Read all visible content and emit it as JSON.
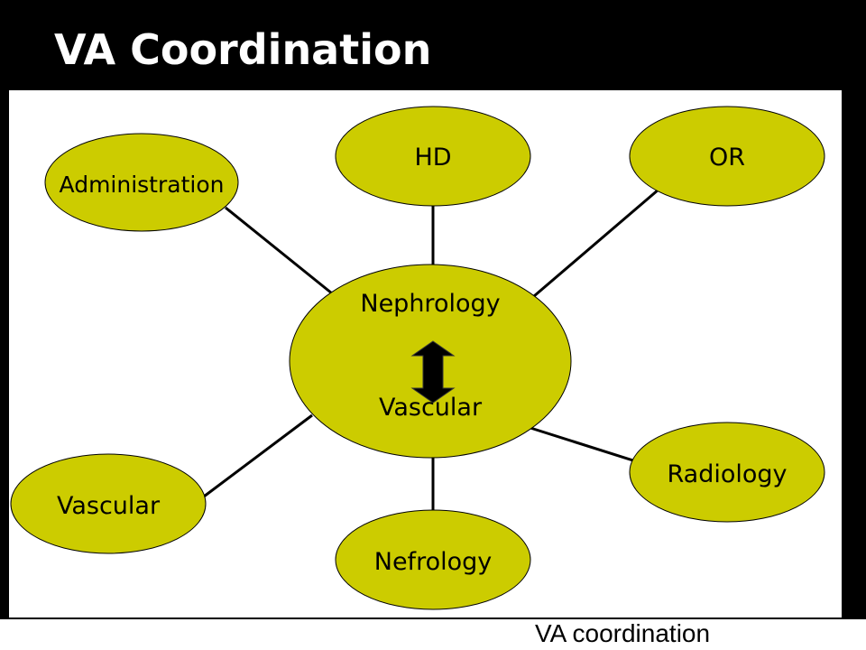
{
  "title": "VA Coordination",
  "center": {
    "top_label": "Nephrology",
    "bottom_label": "Vascular",
    "arrow_icon": "double-arrow-vertical-icon"
  },
  "nodes": {
    "administration": "Administration",
    "hd": "HD",
    "or": "OR",
    "radiology": "Radiology",
    "nefrology": "Nefrology",
    "vascular": "Vascular"
  },
  "footer": "VA coordination",
  "colors": {
    "node_fill": "#cccc00",
    "background": "#000000",
    "canvas": "#ffffff",
    "line": "#000000"
  }
}
